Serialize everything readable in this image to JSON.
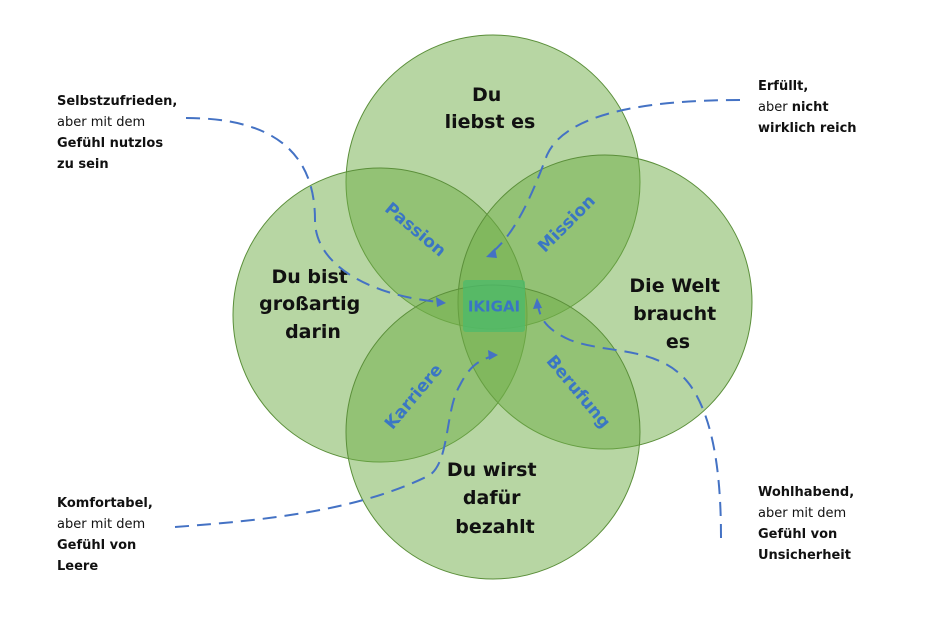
{
  "title": "IKIGAI",
  "colors": {
    "circle_fill": "#70ad47",
    "circle_stroke": "#5b8f3a",
    "ikigai_fill": "#4cbb6c",
    "label_blue": "#3a76c4",
    "arrow": "#4472c4"
  },
  "circles": {
    "top": {
      "lines": [
        "Du",
        "liebst es"
      ]
    },
    "left": {
      "lines": [
        "Du bist",
        "großartig",
        "darin"
      ]
    },
    "right": {
      "lines": [
        "Die Welt",
        "braucht",
        "es"
      ]
    },
    "bottom": {
      "lines": [
        "Du wirst",
        "dafür",
        "bezahlt"
      ]
    }
  },
  "overlaps": {
    "passion": "Passion",
    "mission": "Mission",
    "karriere": "Karriere",
    "berufung": "Berufung",
    "center": "IKIGAI"
  },
  "notes": {
    "top_left": {
      "l1": "Selbstzufrieden,",
      "l2": "aber mit dem",
      "l3": "Gefühl nutzlos",
      "l4": "zu sein"
    },
    "top_right": {
      "l1": "Erfüllt,",
      "l2a": "aber ",
      "l2b": "nicht",
      "l3": "wirklich reich"
    },
    "bottom_left": {
      "l1": "Komfortabel,",
      "l2": "aber mit dem",
      "l3": "Gefühl von",
      "l4": "Leere"
    },
    "bottom_right": {
      "l1": "Wohlhabend,",
      "l2": "aber mit dem",
      "l3": "Gefühl von",
      "l4": "Unsicherheit"
    }
  }
}
